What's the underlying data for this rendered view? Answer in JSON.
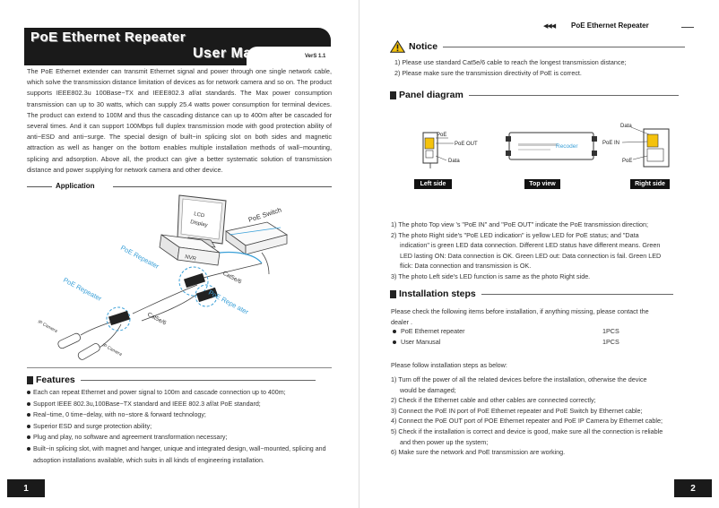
{
  "left": {
    "title_line1": "PoE Ethernet Repeater",
    "title_line2": "User Manusal",
    "version": "VerS 1.1",
    "intro": "The PoE Ethernet extender can transmit Ethernet signal and power through one single network cable, which solve the transmission distance limitation of devices as for network camera and so on.  The product supports IEEE802.3u 100Base−TX and IEEE802.3 af/at standards. The Max power consumption transmission can up to 30 watts, which can supply 25.4 watts power consumption for terminal devices. The product can extend to 100M and thus the cascading distance can up to 400m after be cascaded for several times. And it can support 100Mbps full duplex transmission mode with good protection ability of anti−ESD and anti−surge. The special design of built−in splicing slot on both sides and  magnetic attraction as well as hanger on the bottom enables multiple installation methods of wall−mounting, splicing and adsorption. Above all, the product can give a better systematic solution of transmission distance and power supplying for network camera and other device.",
    "application_label": "Application",
    "diagram": {
      "lcd_line1": "LCD",
      "lcd_line2": "Display",
      "nvr": "NVR",
      "poe_switch": "PoE Switch",
      "repeater1": "PoE Repeater",
      "repeater2": "PoE Repeater",
      "repeater3": "PoE Repe ater",
      "cat1": "Cat5e/6",
      "cat2": "Cat5e/6",
      "cam1": "IP Camera",
      "cam2": "IP Camera"
    },
    "features_title": "Features",
    "features": [
      "Each can repeat Ethernet and power signal to 100m and cascade connection up to 400m;",
      "Support IEEE 802.3u,100Base−TX standard and IEEE 802.3 af/at  PoE standard;",
      "Real−time, 0 time−delay, with no−store & forward technology;",
      "Superior ESD and surge protection ability;",
      "Plug and play, no software and agreement transformation necessary;",
      "Built−in splicing slot, with magnet and hanger, unique and integrated design, wall−mounted, splicing and adsoption  installations available, which suits in all kinds of engineering installation."
    ],
    "page_number": "1"
  },
  "right": {
    "header_title": "PoE Ethernet Repeater",
    "notice_title": "Notice",
    "notice": [
      "1) Please use standard Cat5e/6 cable to reach the longest transmission distance;",
      "2) Please make sure the transmission directivity of PoE is correct."
    ],
    "panel_title": "Panel diagram",
    "panel": {
      "left_poe": "PoE",
      "left_poe_out": "PoE OUT",
      "left_data": "Data",
      "top_brand": "Recoder",
      "right_data": "Data",
      "right_poe_in": "PoE IN",
      "right_poe": "PoE",
      "left_side": "Left side",
      "top_view": "Top view",
      "right_side": "Right side"
    },
    "panel_notes": [
      "1) The photo Top view 's  \"PoE IN\" and \"PoE OUT\"  indicate the PoE transmission direction;",
      "2) The photo Right side's \"PoE LED indication\" is yellow LED for PoE status; and \"Data",
      "indication\" is green LED data connection. Different LED status have different means.  Green",
      "LED lasting ON: Data connection is OK. Green LED out: Data connection is fail. Green LED",
      "flick: Data connection and transmission is OK.",
      "3) The photo Left side's LED function is same as the photo Right side."
    ],
    "install_title": "Installation steps",
    "install_intro1": "Please check the following items before installation, if anything missing, please contact the",
    "install_intro2": "dealer .",
    "items": [
      {
        "name": "PoE Ethernet repeater",
        "qty": "1PCS"
      },
      {
        "name": "User Manusal",
        "qty": "1PCS"
      }
    ],
    "steps_intro": "Please follow installation steps as below:",
    "steps": [
      "1) Turn off the power of all the related devices before the installation, otherwise the device",
      "would be damaged;",
      "2) Check if the Ethernet cable and other  cables  are connected correctly;",
      "3) Connect the PoE IN port of PoE Ethernet repeater and PoE Switch by Ethernet cable;",
      "4) Connect the PoE OUT port of POE Ethernet  repeater and PoE IP Camera by Ethernet cable;",
      "5) Check if the installation is correct and device is good, make sure all the connection is reliable",
      "and then power up the system;",
      "6) Make sure the network and PoE transmission are working."
    ],
    "page_number": "2"
  },
  "colors": {
    "accent_blue": "#3aa0d8",
    "warning_yellow": "#f4c20d",
    "dark": "#1a1a1a"
  }
}
